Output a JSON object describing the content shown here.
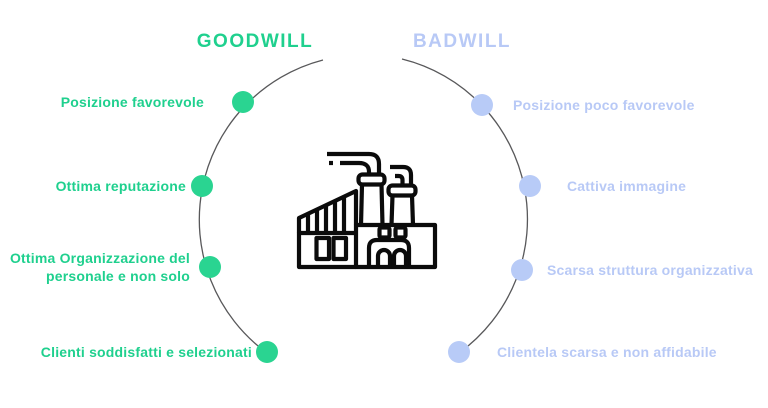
{
  "diagram": {
    "goodwill": {
      "title": "GOODWILL",
      "color": "#1fd08e",
      "items": [
        "Posizione favorevole",
        "Ottima reputazione",
        "Ottima Organizzazione del personale e non solo",
        "Clienti soddisfatti e selezionati"
      ]
    },
    "badwill": {
      "title": "BADWILL",
      "color": "#b8c9f6",
      "items": [
        "Posizione poco favorevole",
        "Cattiva immagine",
        "Scarsa struttura organizzativa",
        "Clientela scarsa e non affidabile"
      ]
    },
    "center_icon": "factory-icon",
    "ring_color": "#58585a",
    "icon_color": "#0b0b0b"
  }
}
